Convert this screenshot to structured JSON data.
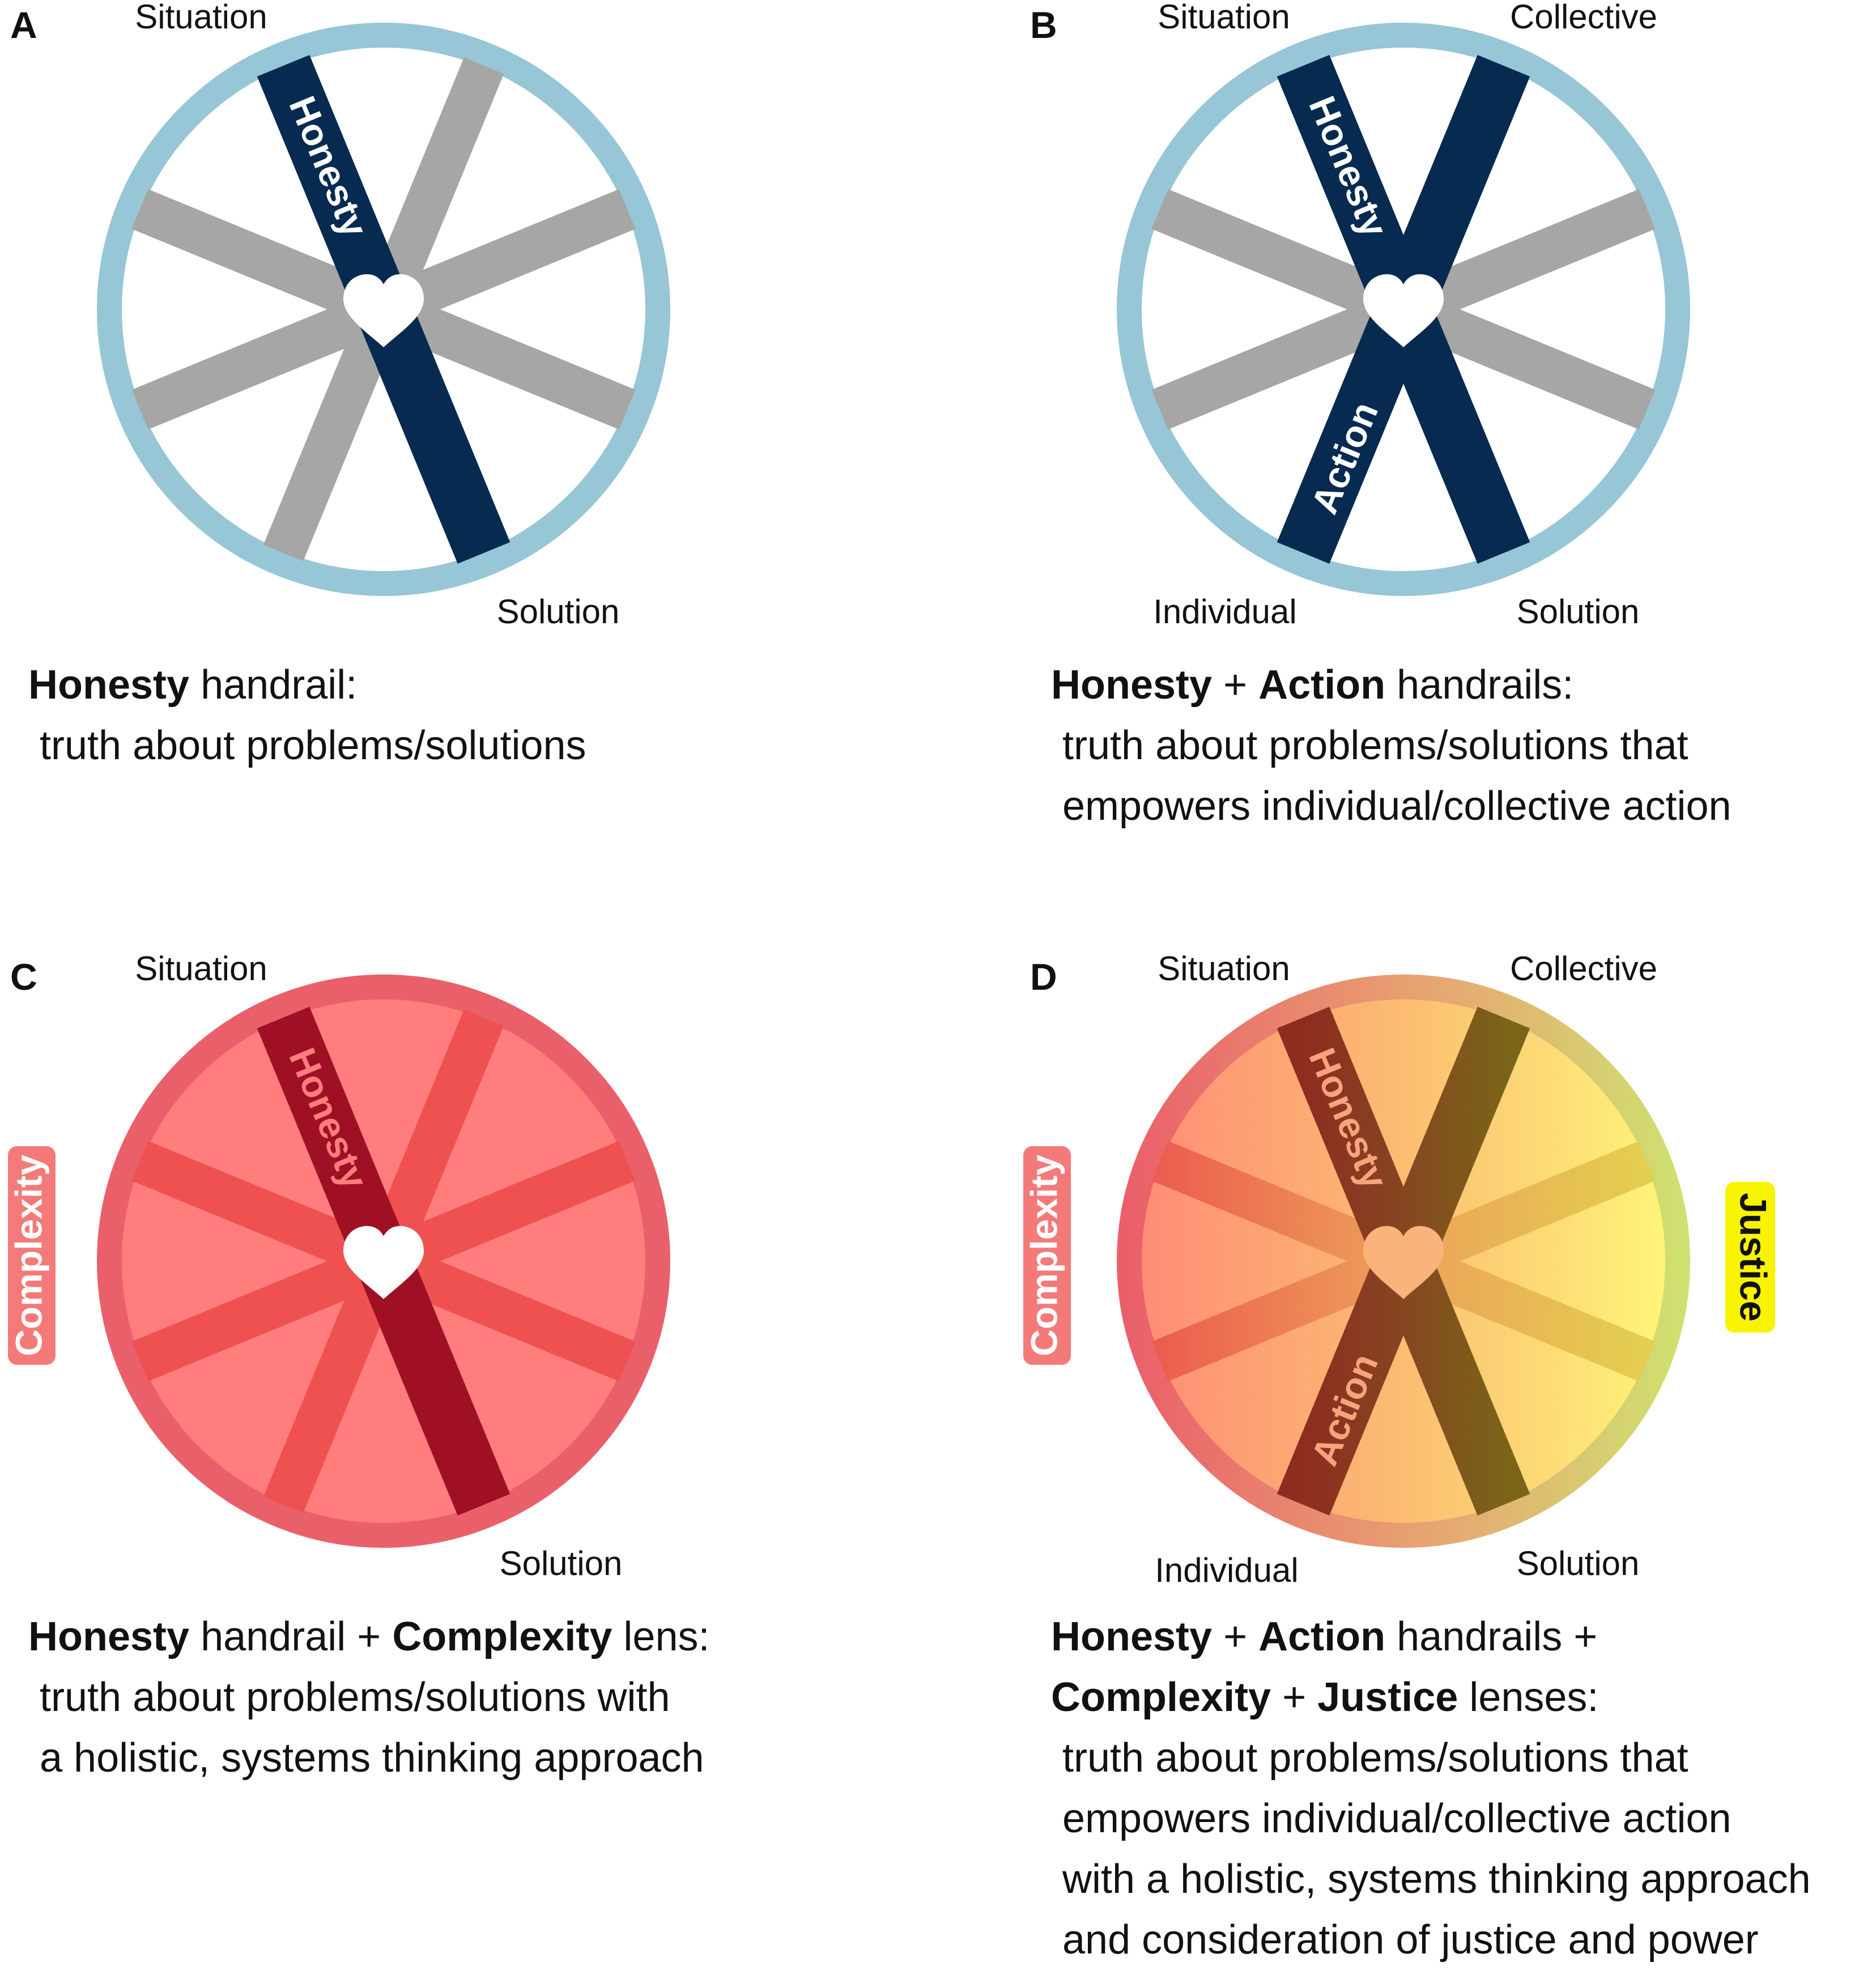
{
  "panels": {
    "a": {
      "letter": "A",
      "labels": {
        "situation": "Situation",
        "solution": "Solution"
      },
      "spoke_labels": {
        "honesty": "Honesty"
      },
      "caption": {
        "l1_b1": "Honesty",
        "l1_t1": " handrail:",
        "l2": "truth about problems/solutions"
      }
    },
    "b": {
      "letter": "B",
      "labels": {
        "situation": "Situation",
        "collective": "Collective",
        "individual": "Individual",
        "solution": "Solution"
      },
      "spoke_labels": {
        "honesty": "Honesty",
        "action": "Action"
      },
      "caption": {
        "l1_b1": "Honesty",
        "l1_t1": " + ",
        "l1_b2": "Action",
        "l1_t2": " handrails:",
        "l2": "truth about problems/solutions that",
        "l3": "empowers individual/collective action"
      }
    },
    "c": {
      "letter": "C",
      "labels": {
        "situation": "Situation",
        "solution": "Solution"
      },
      "spoke_labels": {
        "honesty": "Honesty"
      },
      "lens_labels": {
        "complexity": "Complexity"
      },
      "caption": {
        "l1_b1": "Honesty",
        "l1_t1": " handrail + ",
        "l1_b2": "Complexity",
        "l1_t2": " lens:",
        "l2": "truth about problems/solutions with",
        "l3": "a holistic, systems thinking approach"
      }
    },
    "d": {
      "letter": "D",
      "labels": {
        "situation": "Situation",
        "collective": "Collective",
        "individual": "Individual",
        "solution": "Solution"
      },
      "spoke_labels": {
        "honesty": "Honesty",
        "action": "Action"
      },
      "lens_labels": {
        "complexity": "Complexity",
        "justice": "Justice"
      },
      "caption": {
        "l1_b1": "Honesty",
        "l1_t1": " + ",
        "l1_b2": "Action",
        "l1_t2": " handrails +",
        "l2_b1": "Complexity",
        "l2_t1": " + ",
        "l2_b2": "Justice",
        "l2_t2": " lenses:",
        "l3": "truth about problems/solutions that",
        "l4": "empowers individual/collective action",
        "l5": "with a holistic, systems thinking approach",
        "l6": "and consideration of justice and power"
      }
    }
  },
  "colors": {
    "rim_blue": "#97c6d6",
    "navy": "#062a50",
    "grey_spoke": "#a6a6a6",
    "pink_fill": "#ff7d7d",
    "pink_rim": "#ea606a",
    "pink_spoke": "#ef5151",
    "crimson": "#a01025",
    "complexity_badge": "#f47a7a",
    "justice_badge": "#f8f400"
  }
}
